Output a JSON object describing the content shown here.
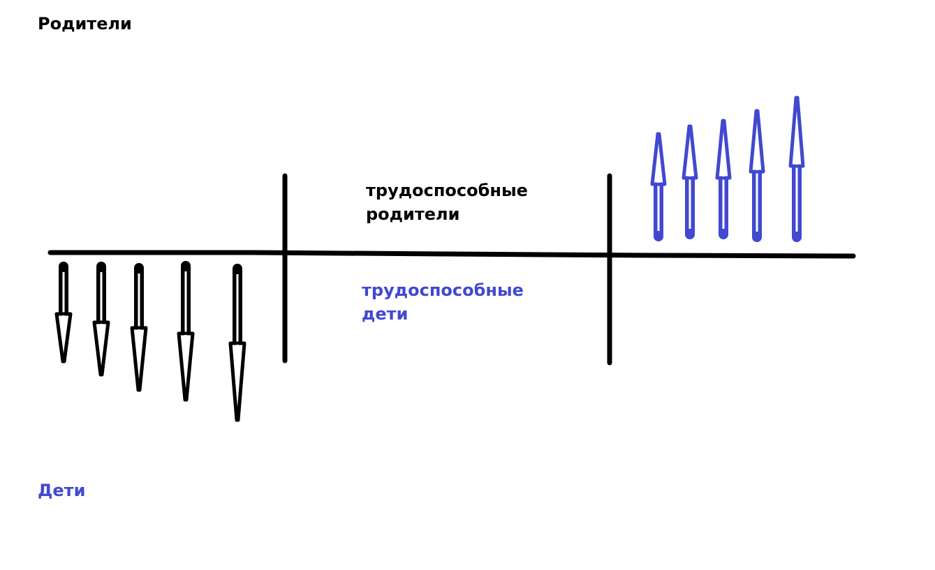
{
  "labels": {
    "parents": "Родители",
    "children": "Дети",
    "working_parents_line1": "трудоспособные",
    "working_parents_line2": "родители",
    "working_children_line1": "трудоспособные",
    "working_children_line2": "дети"
  },
  "colors": {
    "black": "#000000",
    "blue": "#4149cf"
  },
  "icons": {
    "down_arrow": "down-arrow-icon",
    "up_arrow": "up-arrow-icon"
  }
}
